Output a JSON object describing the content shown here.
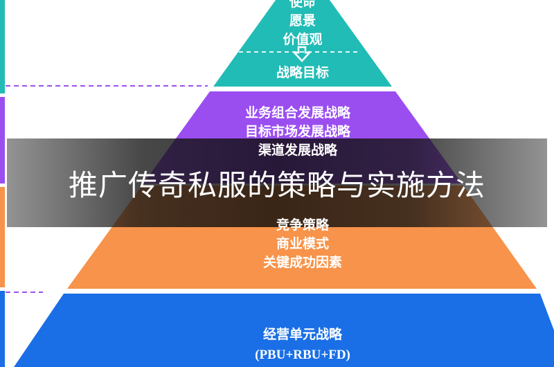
{
  "colors": {
    "teal": "#22bcb6",
    "purple": "#9b4ef0",
    "orange": "#f7934a",
    "blue": "#1a6fe6"
  },
  "levels": [
    {
      "lines": [
        "使命",
        "愿景",
        "价值观"
      ],
      "sub": "战略目标"
    },
    {
      "lines": [
        "业务组合发展战略",
        "目标市场发展战略",
        "渠道发展战略"
      ]
    },
    {
      "lines": [
        "竞争策略",
        "商业模式",
        "关键成功因素"
      ]
    },
    {
      "lines": [
        "经营单元战略",
        "(PBU+RBU+FD)"
      ]
    }
  ],
  "arrow_icon": "down-arrow-icon",
  "title": "推广传奇私服的策略与实施方法"
}
